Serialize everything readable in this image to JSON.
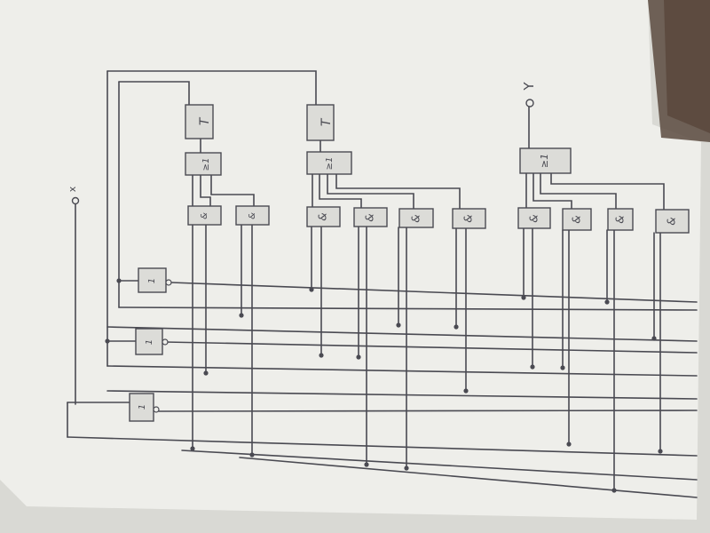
{
  "inputs": [
    {
      "id": "x",
      "label": "x"
    }
  ],
  "outputs": [
    {
      "id": "y",
      "label": "Y"
    }
  ],
  "gates": {
    "inverters": [
      {
        "id": "inv1",
        "label": "1"
      },
      {
        "id": "inv2",
        "label": "1"
      },
      {
        "id": "inv3",
        "label": "1"
      }
    ],
    "flipflops": [
      {
        "id": "ff1",
        "label": "T"
      },
      {
        "id": "ff2",
        "label": "T"
      }
    ],
    "or_gates": [
      {
        "id": "or1",
        "label": "≥1"
      },
      {
        "id": "or2",
        "label": "≥1"
      },
      {
        "id": "or3",
        "label": "≥1"
      }
    ],
    "and_gates": [
      {
        "id": "and1",
        "label": "&"
      },
      {
        "id": "and2",
        "label": "&"
      },
      {
        "id": "and3",
        "label": "&"
      },
      {
        "id": "and4",
        "label": "&"
      },
      {
        "id": "and5",
        "label": "&"
      },
      {
        "id": "and6",
        "label": "&"
      },
      {
        "id": "and7",
        "label": "&"
      },
      {
        "id": "and8",
        "label": "&"
      },
      {
        "id": "and9",
        "label": "&"
      },
      {
        "id": "and10",
        "label": "&"
      }
    ]
  },
  "colors": {
    "paper": "#eeeeea",
    "paper_shadow": "#d9d9d4",
    "background": "#6b5344",
    "ink": "#4a4a52",
    "gate_fill": "#dcdcd8"
  }
}
